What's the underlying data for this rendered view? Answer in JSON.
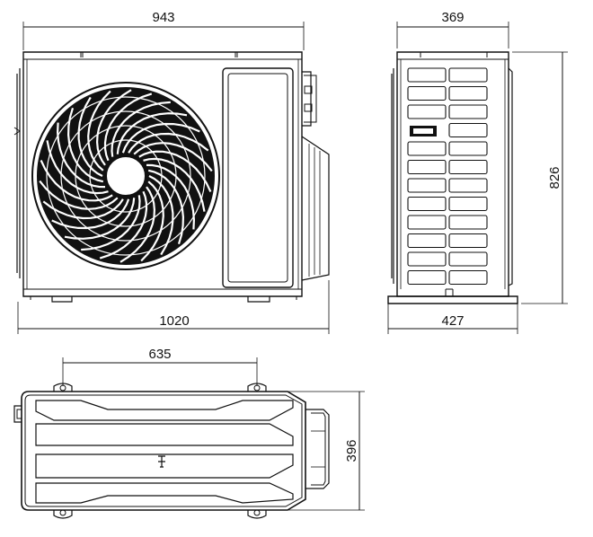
{
  "dimensions": {
    "front_top_width": "943",
    "front_bottom_width": "1020",
    "side_top_depth": "369",
    "side_height": "826",
    "side_bottom_depth": "427",
    "plan_mount_spacing": "635",
    "plan_depth": "396"
  },
  "colors": {
    "line": "#111111",
    "fan": "#111111",
    "background": "#ffffff"
  }
}
